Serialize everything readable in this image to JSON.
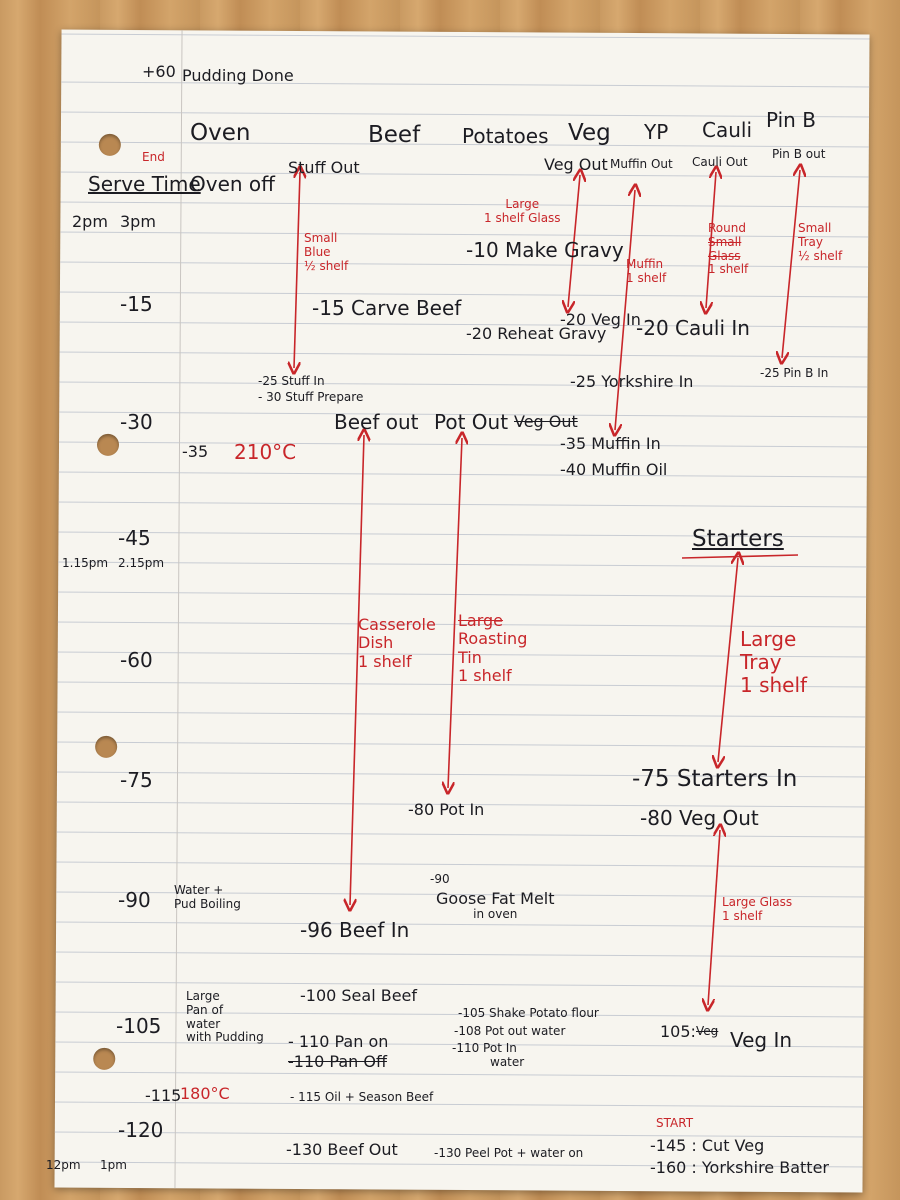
{
  "background": {
    "paper_color": "#f7f5ef",
    "ink_color": "#1c1c22",
    "red_ink_color": "#c8262a",
    "line_color": "#c8ccd3"
  },
  "top_note": {
    "time": "+60",
    "text": "Pudding Done"
  },
  "headers": {
    "oven": "Oven",
    "beef": "Beef",
    "potatoes": "Potatoes",
    "veg": "Veg",
    "yp": "YP",
    "cauli": "Cauli",
    "pinb": "Pin B"
  },
  "end_row": {
    "end_label": "End",
    "serve_time": "Serve Time",
    "oven_off": "Oven off",
    "beef_out": "Stuff Out",
    "veg_out": "Veg Out",
    "yp_out": "Muffin Out",
    "cauli_out": "Cauli Out",
    "pinb_out": "Pin B out"
  },
  "times_row": {
    "t1": "2pm",
    "t2": "3pm"
  },
  "time_labels": [
    "-15",
    "-30",
    "-45",
    "-60",
    "-75",
    "-90",
    "-105",
    "-115",
    "-120"
  ],
  "mid_times": {
    "t1": "1.15pm",
    "t2": "2.15pm"
  },
  "end_times": {
    "t1": "12pm",
    "t2": "1pm"
  },
  "notes": {
    "stuff_dish": [
      "Small",
      "Blue",
      "½ shelf"
    ],
    "veg_dish": [
      "Large",
      "1 shelf Glass"
    ],
    "make_gravy": "-10 Make Gravy",
    "muffin_dish": [
      "Muffin",
      "1 shelf"
    ],
    "cauli_dish_struck": [
      "Small",
      "Glass"
    ],
    "cauli_dish": [
      "Round",
      "1 shelf"
    ],
    "pinb_dish": [
      "Small",
      "Tray",
      "½ shelf"
    ],
    "carve_beef": "-15 Carve Beef",
    "veg_in": "-20 Veg In",
    "reheat_gravy": "-20 Reheat Gravy",
    "cauli_in": "-20 Cauli In",
    "stuff_in": "-25 Stuff In",
    "stuff_prepare": "- 30 Stuff Prepare",
    "yorkshire_in": "-25 Yorkshire In",
    "pinb_in": "-25 Pin B In",
    "beef_out": "Beef out",
    "pot_out": "Pot Out",
    "veg_out_struck": "Veg Out",
    "oven_temp_time": "-35",
    "oven_temp": "210°C",
    "muffin_in": "-35 Muffin In",
    "muffin_oil": "-40 Muffin Oil",
    "starters": "Starters",
    "casserole": [
      "Casserole",
      "Dish",
      "1 shelf"
    ],
    "roasting_struck": "Large",
    "roasting": [
      "Roasting",
      "Tin",
      "1 shelf"
    ],
    "large_tray": [
      "Large",
      "Tray",
      "1 shelf"
    ],
    "starters_in": "-75 Starters In",
    "pot_in": "-80 Pot In",
    "veg_out_80": "-80 Veg Out",
    "water_boiling": [
      "Water +",
      "Pud Boiling"
    ],
    "goose_time": "-90",
    "goose_fat": [
      "Goose Fat Melt",
      "in oven"
    ],
    "beef_in": "-96 Beef In",
    "large_glass": [
      "Large Glass",
      "1 shelf"
    ],
    "pan_water": [
      "Large",
      "Pan of",
      "water",
      "with Pudding"
    ],
    "seal_beef": "-100 Seal Beef",
    "shake_potato": "-105 Shake Potato flour",
    "pot_out_water": "-108 Pot out water",
    "pot_in_water": [
      "-110 Pot In",
      "water"
    ],
    "veg_in_105_prefix": "105:",
    "veg_in_105_struck": "Veg",
    "veg_in_105": "Veg In",
    "pan_on": "- 110 Pan on",
    "pan_off_struck": "-110 Pan Off",
    "oil_season": "- 115 Oil + Season Beef",
    "oven_180_time": "-115",
    "oven_180": "180°C",
    "beef_out_130": "-130 Beef Out",
    "peel_pot": "-130 Peel Pot + water on",
    "start": "START",
    "cut_veg": "-145 : Cut Veg",
    "yorkshire_batter": "-160 : Yorkshire Batter"
  }
}
